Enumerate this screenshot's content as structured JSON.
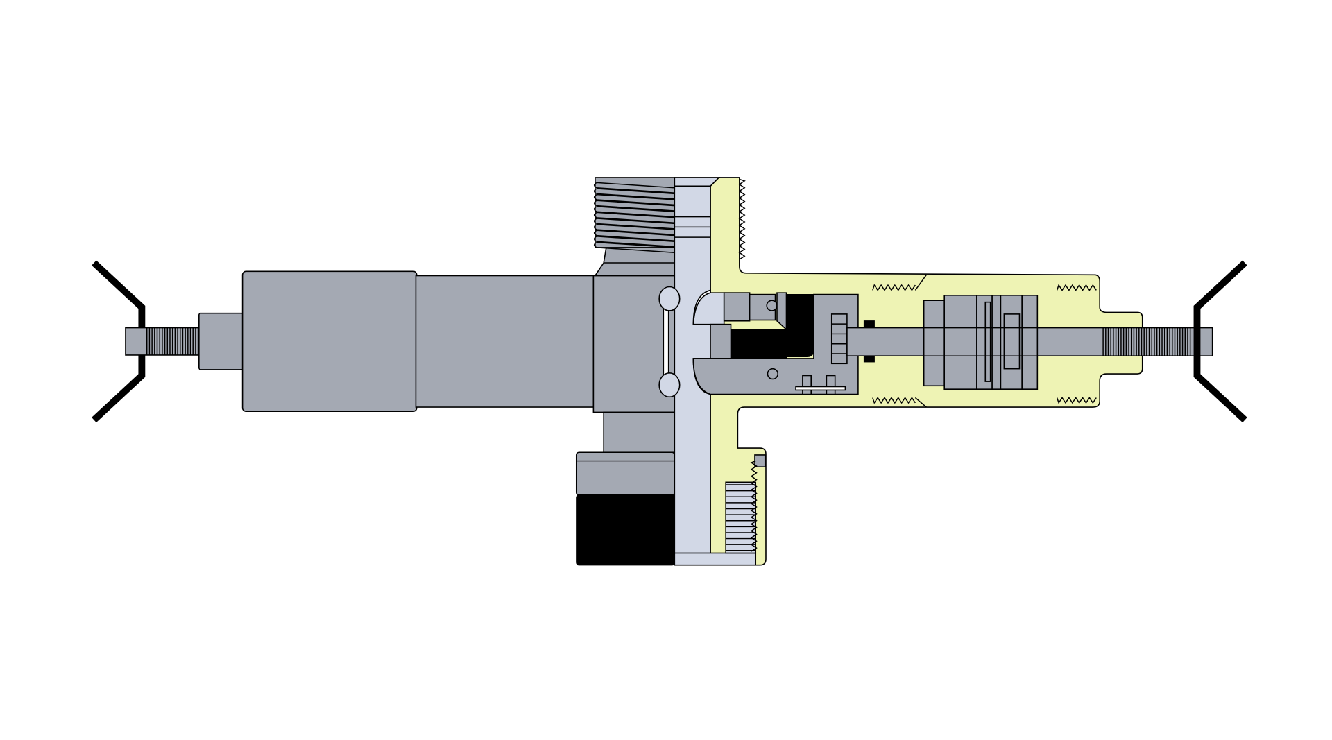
{
  "diagram": {
    "type": "mechanical cross-section",
    "colors": {
      "body_gray": "#a4a9b3",
      "insert_light_blue": "#d2d8e6",
      "housing_yellow": "#eef3b4",
      "seal_black": "#000000",
      "background": "#ffffff"
    },
    "parts": [
      {
        "name": "left-handle-icon"
      },
      {
        "name": "left-threaded-rod"
      },
      {
        "name": "cylinder-body"
      },
      {
        "name": "threaded-collar"
      },
      {
        "name": "light-blue-insert"
      },
      {
        "name": "yellow-housing"
      },
      {
        "name": "inner-valve-assembly"
      },
      {
        "name": "right-threaded-rod"
      },
      {
        "name": "right-handle-icon"
      },
      {
        "name": "bottom-nut"
      }
    ]
  }
}
